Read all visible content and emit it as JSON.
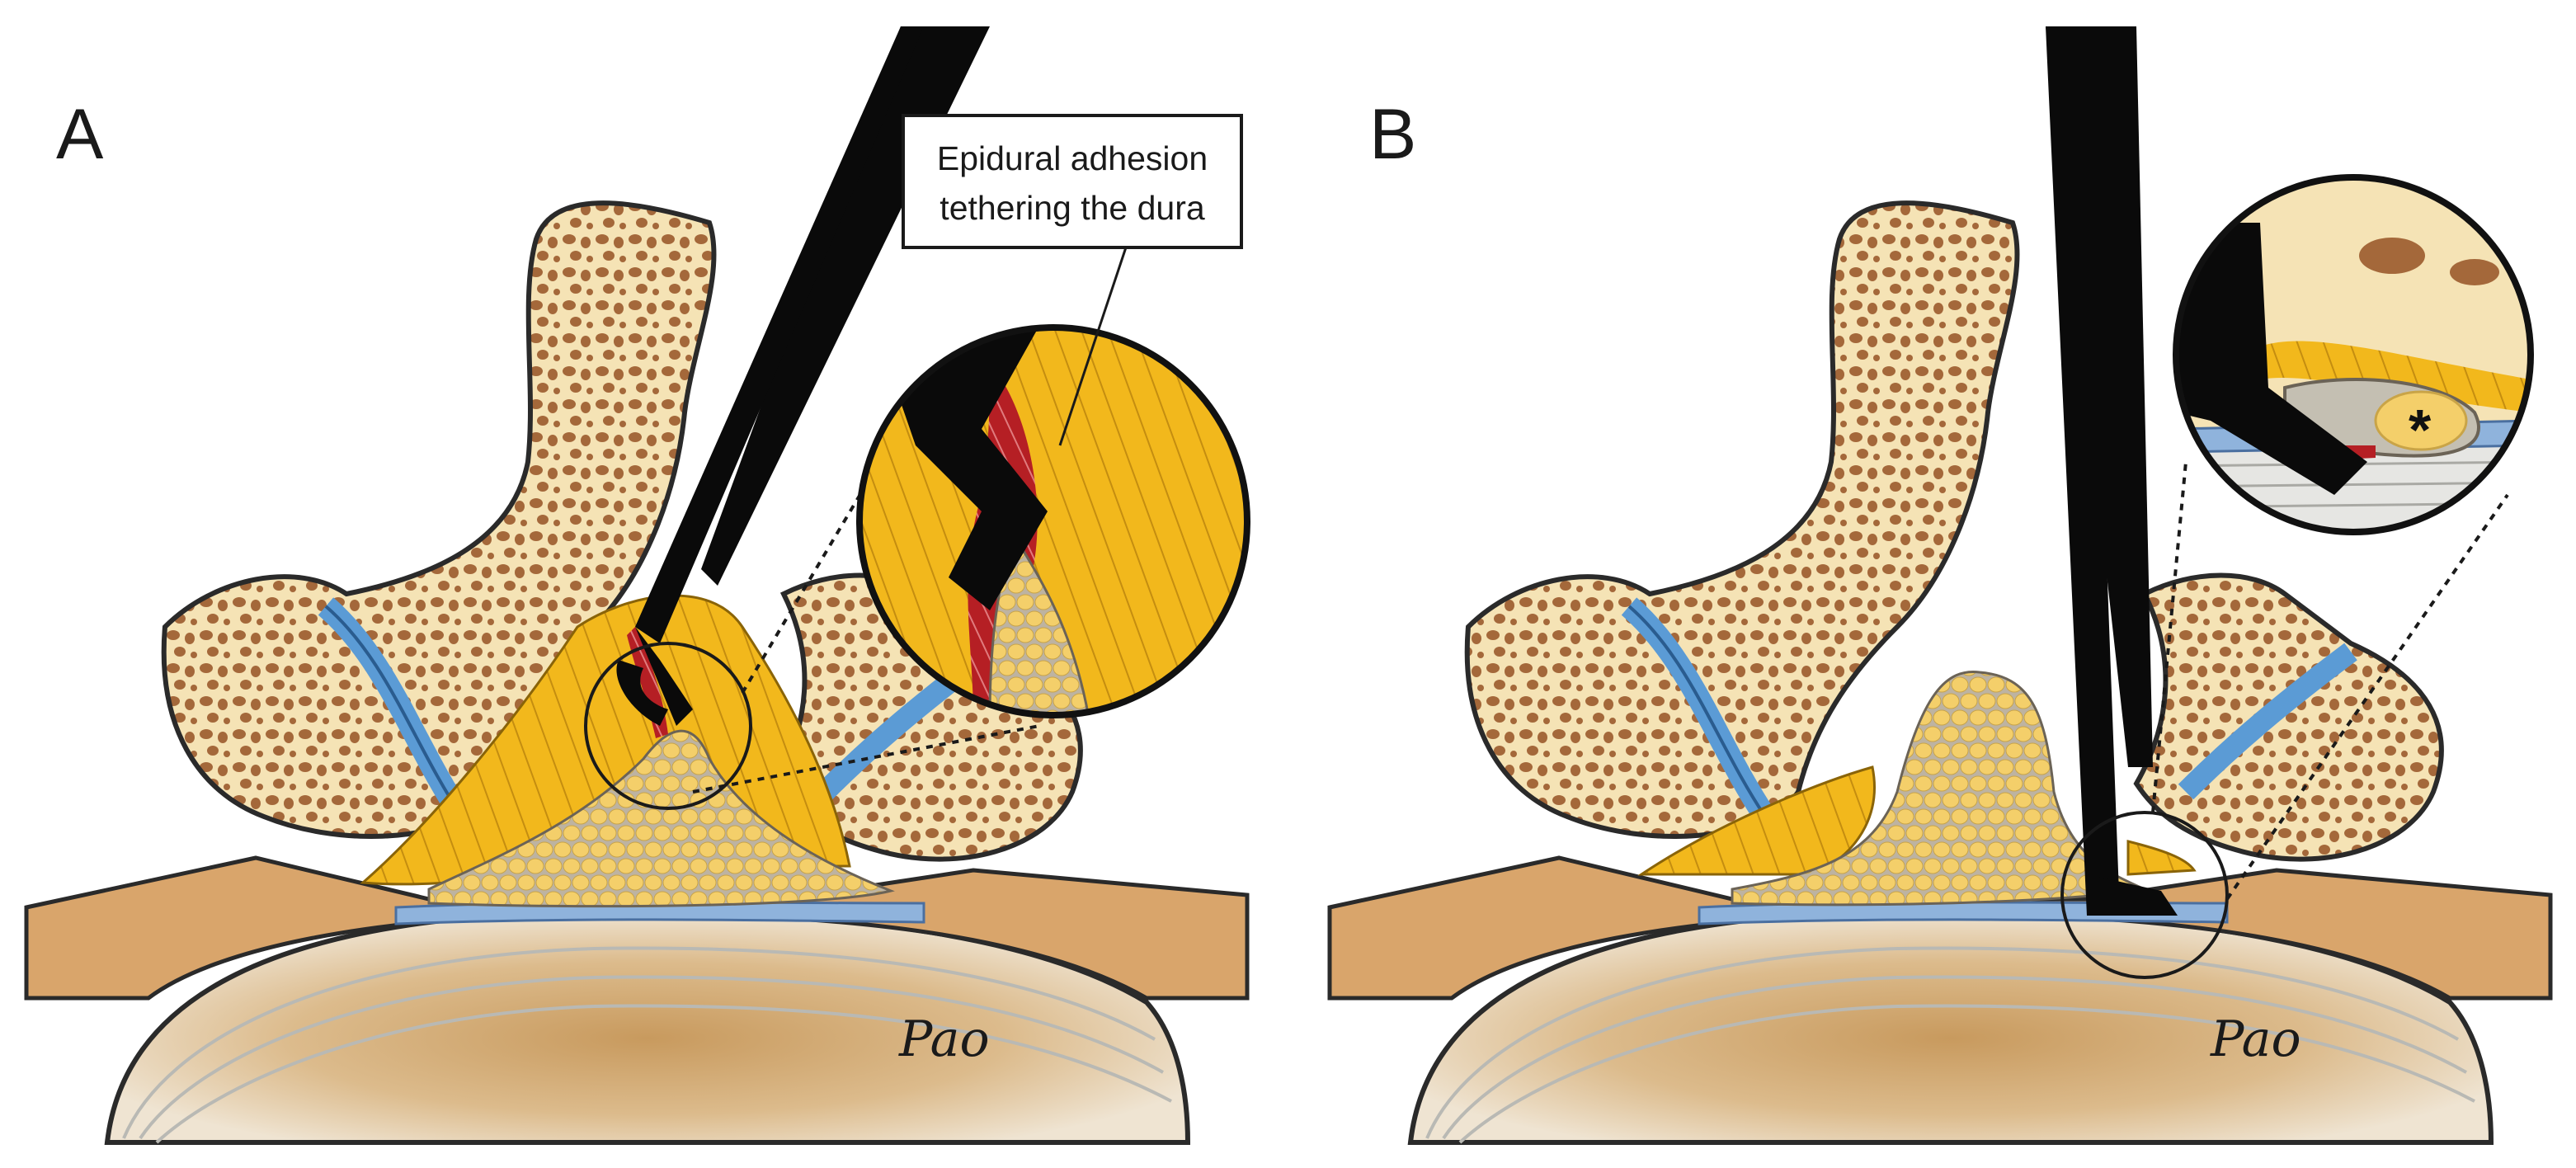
{
  "figure": {
    "panels": [
      {
        "letter": "A",
        "signature": "Pao"
      },
      {
        "letter": "B",
        "signature": "Pao",
        "marker": "*"
      }
    ],
    "callout": {
      "line1": "Epidural adhesion",
      "line2": "tethering the dura"
    }
  },
  "colors": {
    "bone_fill": "#f5e3b5",
    "bone_outline": "#2a2a2a",
    "marrow_spot": "#a4683a",
    "facet_blue": "#5b9bd5",
    "ligament_yellow": "#f2b81c",
    "muscle_red": "#b51f24",
    "fat_globule": "#f4cf6a",
    "fat_matrix": "#bdb3a1",
    "disc_grey": "#e6e6e3",
    "body_tan": "#d8b27f",
    "instrument": "#0a0a0a",
    "dura_blue": "#8fb3dc",
    "pedicle_tan": "#d9a56b"
  }
}
